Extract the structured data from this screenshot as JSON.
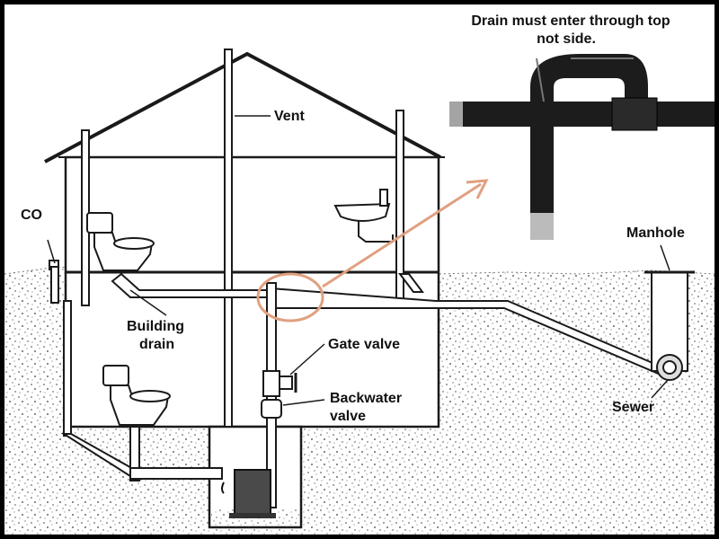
{
  "labels": {
    "drain_note_line1": "Drain must enter through top",
    "drain_note_line2": "not side.",
    "vent": "Vent",
    "co": "CO",
    "manhole": "Manhole",
    "building_drain_line1": "Building",
    "building_drain_line2": "drain",
    "gate_valve": "Gate valve",
    "backwater_valve_line1": "Backwater",
    "backwater_valve_line2": "valve",
    "sewer": "Sewer"
  },
  "colors": {
    "background": "#ffffff",
    "frame": "#000000",
    "line": "#1a1a1a",
    "pipe_fill": "#ffffff",
    "pipe_dark": "#1c1c1c",
    "callout": "#e0a080",
    "soil_speckle": "#3a3a3a"
  },
  "icons": [
    "toilet-icon",
    "sink-icon",
    "sump-pump-icon",
    "gate-valve-icon",
    "backwater-valve-icon",
    "sewer-main-icon",
    "manhole-icon"
  ]
}
